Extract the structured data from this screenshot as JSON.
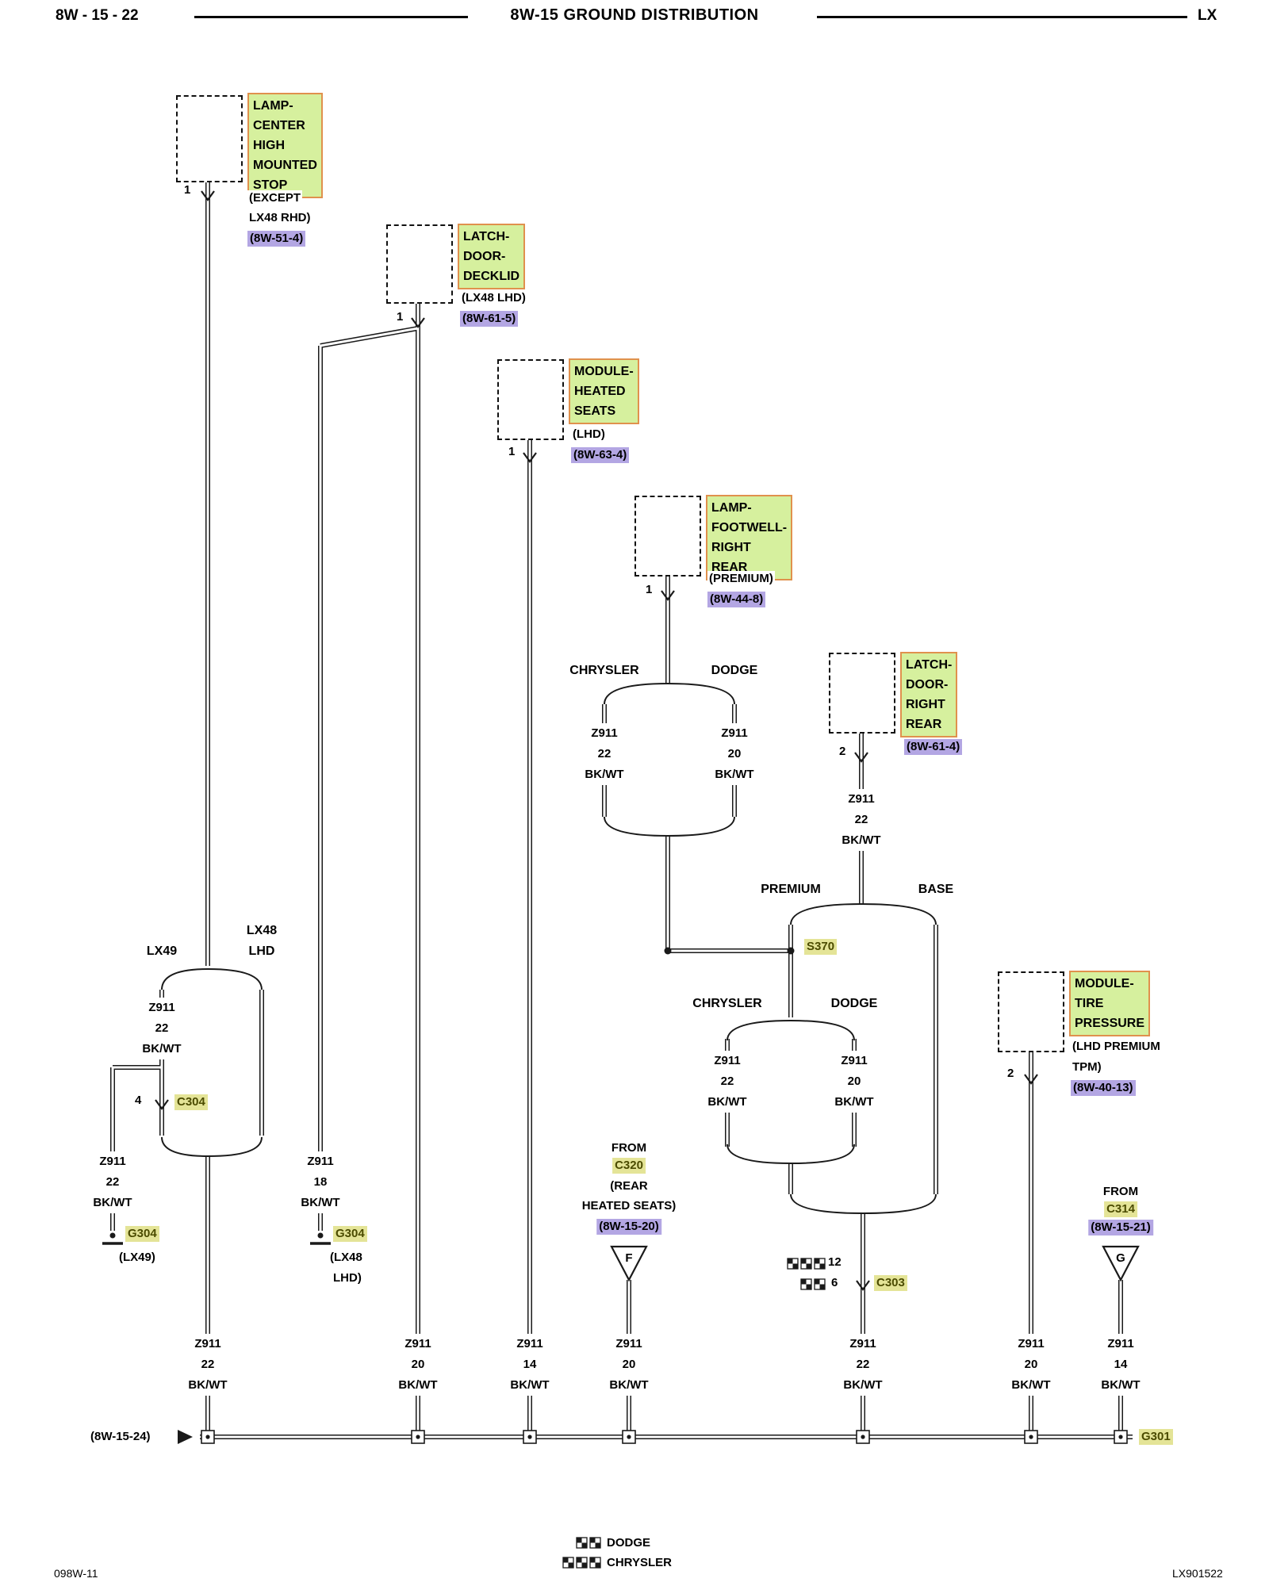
{
  "header": {
    "page_code": "8W - 15 - 22",
    "title": "8W-15 GROUND DISTRIBUTION",
    "platform": "LX"
  },
  "footer": {
    "doc_code": "098W-11",
    "sheet_code": "LX901522"
  },
  "colors": {
    "component_bg": "#d6f09e",
    "component_border": "#e0914d",
    "ref_bg": "#b3a6e3",
    "link_bg": "#e4e497",
    "link_text": "#4b4b00",
    "wire": "#1a1a1a"
  },
  "components": [
    {
      "lines": [
        "LAMP-",
        "CENTER",
        "HIGH",
        "MOUNTED",
        "STOP"
      ],
      "qual1": "(EXCEPT",
      "qual2": "LX48 RHD)",
      "ref": "(8W-51-4)",
      "pin": "1"
    },
    {
      "lines": [
        "LATCH-",
        "DOOR-",
        "DECKLID"
      ],
      "qual1": "(LX48 LHD)",
      "ref": "(8W-61-5)",
      "pin": "1"
    },
    {
      "lines": [
        "MODULE-",
        "HEATED",
        "SEATS"
      ],
      "qual1": "(LHD)",
      "ref": "(8W-63-4)",
      "pin": "1"
    },
    {
      "lines": [
        "LAMP-",
        "FOOTWELL-",
        "RIGHT",
        "REAR"
      ],
      "qual1": "(PREMIUM)",
      "ref": "(8W-44-8)",
      "pin": "1"
    },
    {
      "lines": [
        "LATCH-",
        "DOOR-",
        "RIGHT",
        "REAR"
      ],
      "ref": "(8W-61-4)",
      "pin": "2"
    },
    {
      "lines": [
        "MODULE-",
        "TIRE",
        "PRESSURE"
      ],
      "qual1": "(LHD PREMIUM",
      "qual2": "TPM)",
      "ref": "(8W-40-13)",
      "pin": "2"
    }
  ],
  "wire_labels": [
    {
      "circuit": "Z911",
      "gauge": "22",
      "color": "BK/WT"
    },
    {
      "circuit": "Z911",
      "gauge": "20",
      "color": "BK/WT"
    },
    {
      "circuit": "Z911",
      "gauge": "14",
      "color": "BK/WT"
    },
    {
      "circuit": "Z911",
      "gauge": "20",
      "color": "BK/WT"
    },
    {
      "circuit": "Z911",
      "gauge": "22",
      "color": "BK/WT"
    },
    {
      "circuit": "Z911",
      "gauge": "20",
      "color": "BK/WT"
    },
    {
      "circuit": "Z911",
      "gauge": "14",
      "color": "BK/WT"
    },
    {
      "circuit": "Z911",
      "gauge": "22",
      "color": "BK/WT"
    },
    {
      "circuit": "Z911",
      "gauge": "22",
      "color": "BK/WT"
    },
    {
      "circuit": "Z911",
      "gauge": "18",
      "color": "BK/WT"
    },
    {
      "circuit": "Z911",
      "gauge": "22",
      "color": "BK/WT"
    },
    {
      "circuit": "Z911",
      "gauge": "20",
      "color": "BK/WT"
    },
    {
      "circuit": "Z911",
      "gauge": "22",
      "color": "BK/WT"
    },
    {
      "circuit": "Z911",
      "gauge": "22",
      "color": "BK/WT"
    },
    {
      "circuit": "Z911",
      "gauge": "20",
      "color": "BK/WT"
    }
  ],
  "branches": {
    "chrysler": "CHRYSLER",
    "dodge": "DODGE",
    "premium": "PREMIUM",
    "base": "BASE",
    "lx49": "LX49",
    "lx48_l1": "LX48",
    "lx48_l2": "LHD"
  },
  "splices": {
    "s370": "S370"
  },
  "connectors": {
    "c304": {
      "label": "C304",
      "pin": "4"
    },
    "c303": {
      "label": "C303",
      "pin_top": "12",
      "pin_bottom": "6"
    }
  },
  "grounds": {
    "g304_lx49": {
      "label": "G304",
      "qual": "(LX49)"
    },
    "g304_lx48": {
      "label": "G304",
      "qual1": "(LX48",
      "qual2": "LHD)"
    },
    "g301": {
      "label": "G301"
    }
  },
  "bus": {
    "ref": "(8W-15-24)"
  },
  "offpage": {
    "c320": {
      "from": "FROM",
      "label": "C320",
      "qual1": "(REAR",
      "qual2": "HEATED SEATS)",
      "ref": "(8W-15-20)",
      "letter": "F"
    },
    "c314": {
      "from": "FROM",
      "label": "C314",
      "ref": "(8W-15-21)",
      "letter": "G"
    }
  },
  "legend": {
    "dodge": "DODGE",
    "chrysler": "CHRYSLER"
  }
}
